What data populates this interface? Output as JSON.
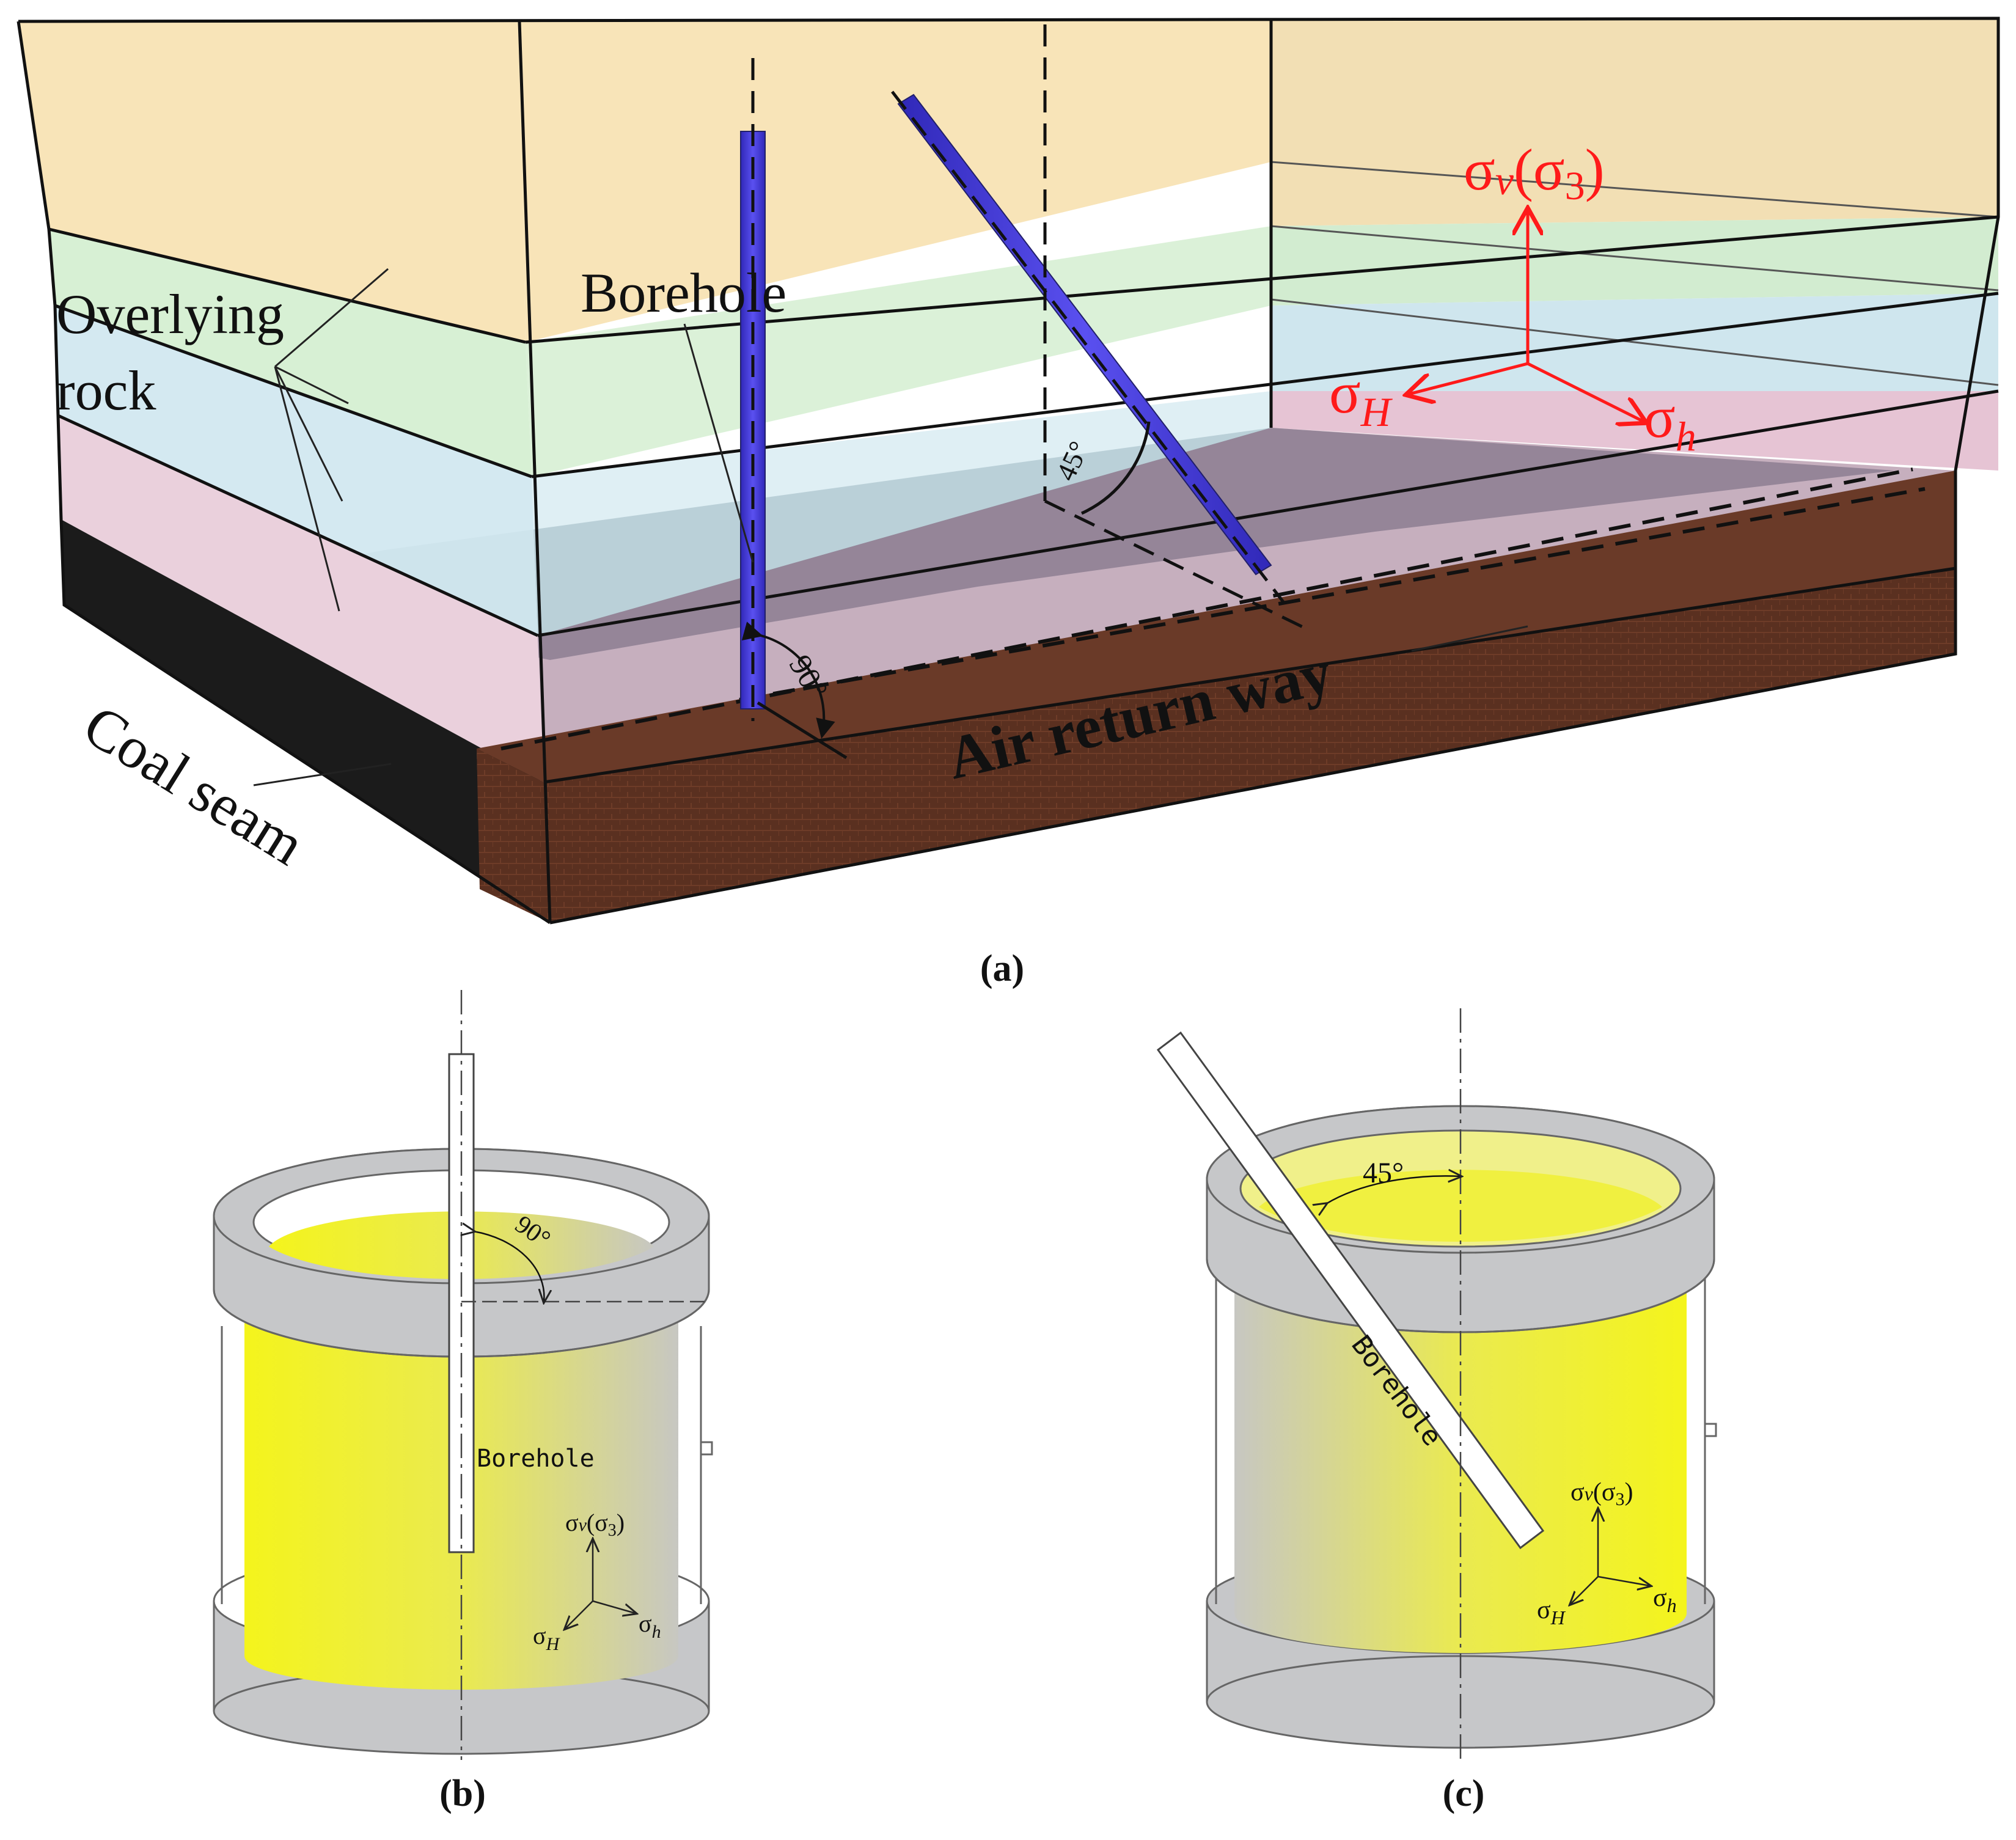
{
  "panel_a": {
    "overlying_rock_line1": "Overlying",
    "overlying_rock_line2": "rock",
    "borehole": "Borehole",
    "coal_seam": "Coal seam",
    "air_return_way": "Air return way",
    "angle_vertical": "90°",
    "angle_inclined": "45°",
    "caption": "(a)",
    "colors": {
      "layer_top": "#f8e4b8",
      "layer_green": "#d7f0d4",
      "layer_blue": "#d2e8f0",
      "layer_pink": "#ead0dc",
      "coal": "#1b1b1b",
      "roadway": "#5a3020",
      "stress": "#ff1a1a",
      "borehole": "#4a3fe0"
    }
  },
  "stress": {
    "sigma": "σ",
    "v_sub": "v",
    "v_paren_open": "(",
    "v_paren_sigma": "σ",
    "v_paren_sub": "3",
    "v_paren_close": ")",
    "H_sub": "H",
    "h_sub": "h"
  },
  "panel_b": {
    "borehole": "Borehole",
    "angle": "90°",
    "caption": "(b)"
  },
  "panel_c": {
    "borehole": "Borehole",
    "angle": "45°",
    "caption": "(c)"
  },
  "cylinder_colors": {
    "frame": "#c6c7c9",
    "sample": "#f4f41c"
  }
}
